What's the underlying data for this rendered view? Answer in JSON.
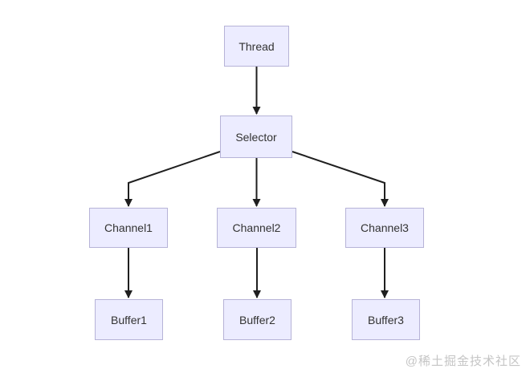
{
  "diagram": {
    "nodes": {
      "thread": {
        "label": "Thread"
      },
      "selector": {
        "label": "Selector"
      },
      "channel1": {
        "label": "Channel1"
      },
      "channel2": {
        "label": "Channel2"
      },
      "channel3": {
        "label": "Channel3"
      },
      "buffer1": {
        "label": "Buffer1"
      },
      "buffer2": {
        "label": "Buffer2"
      },
      "buffer3": {
        "label": "Buffer3"
      }
    },
    "edges": [
      {
        "from": "Thread",
        "to": "Selector"
      },
      {
        "from": "Selector",
        "to": "Channel1"
      },
      {
        "from": "Selector",
        "to": "Channel2"
      },
      {
        "from": "Selector",
        "to": "Channel3"
      },
      {
        "from": "Channel1",
        "to": "Buffer1"
      },
      {
        "from": "Channel2",
        "to": "Buffer2"
      },
      {
        "from": "Channel3",
        "to": "Buffer3"
      }
    ]
  },
  "colors": {
    "node_fill": "#ececff",
    "node_border": "#b6b3d7",
    "node_text": "#333333",
    "arrow": "#1f1f1f",
    "watermark": "#c5c5c5",
    "background": "#ffffff"
  },
  "watermark": {
    "text": "@稀土掘金技术社区"
  }
}
